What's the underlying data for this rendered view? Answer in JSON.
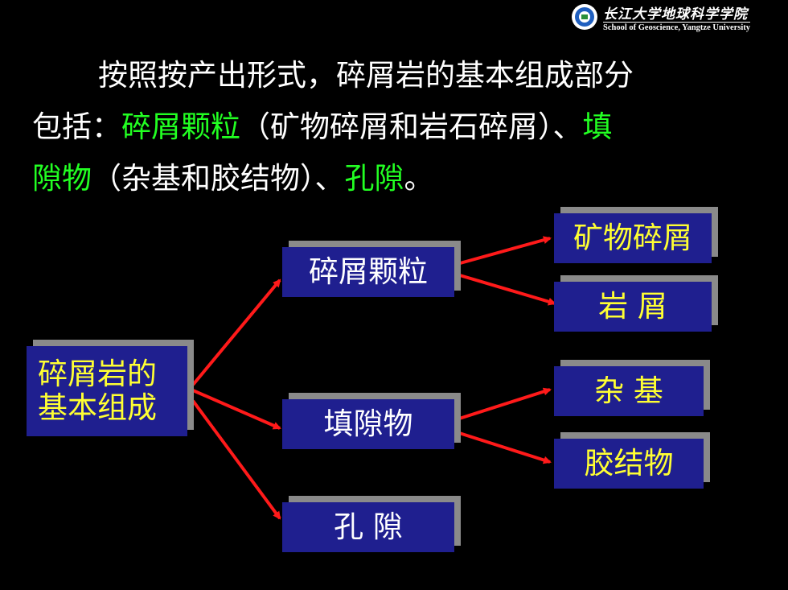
{
  "header": {
    "logo_cn": "长江大学地球科学学院",
    "logo_en": "School of Geoscience, Yangtze University"
  },
  "paragraph": {
    "p1": "按照按产出形式，碎屑岩的基本组成部分",
    "p2a": "包括：",
    "p2b": "碎屑颗粒",
    "p2c": "（矿物碎屑和岩石碎屑）、",
    "p2d": "填",
    "p3a": "隙物",
    "p3b": "（杂基和胶结物）、",
    "p3c": "孔隙",
    "p3d": "。"
  },
  "diagram": {
    "root_line1": "碎屑岩的",
    "root_line2": "基本组成",
    "grains": "碎屑颗粒",
    "filler": "填隙物",
    "pores": "孔  隙",
    "mineral": "矿物碎屑",
    "rock": "岩 屑",
    "matrix": "杂 基",
    "cement": "胶结物"
  },
  "colors": {
    "background": "#000000",
    "box": "#1f1f8f",
    "box_text": "#ffff33",
    "highlight": "#22ff22",
    "arrow": "#ff1a1a",
    "shadow": "#8a8a8a"
  }
}
